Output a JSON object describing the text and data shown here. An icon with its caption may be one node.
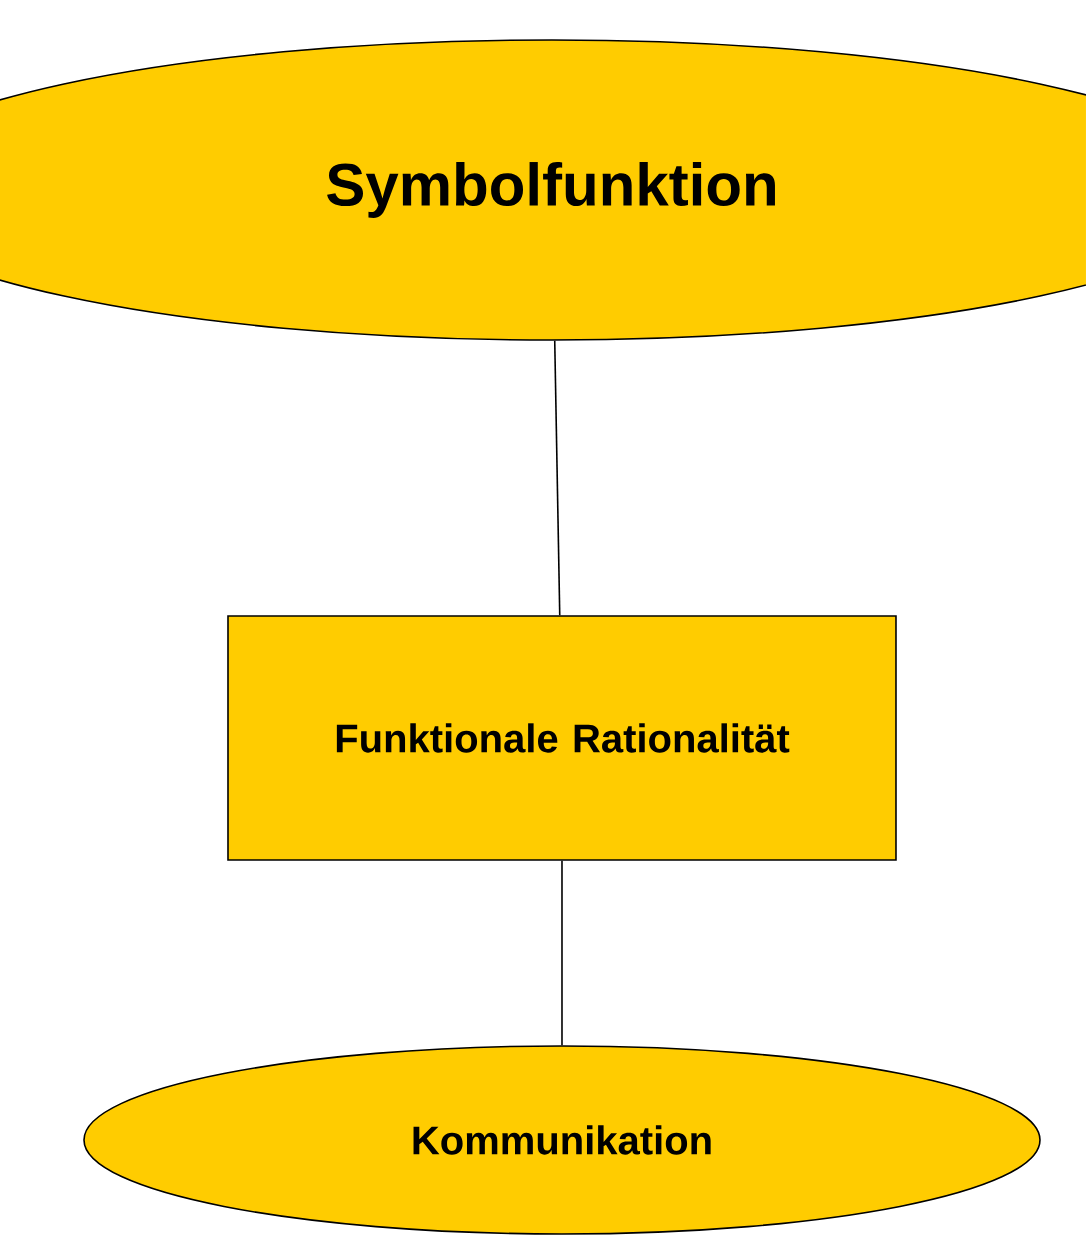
{
  "diagram": {
    "nodes": [
      {
        "text": [
          "Symbolfunktion"
        ]
      },
      {
        "text": [
          "Funktionale Rationalität"
        ]
      },
      {
        "text": [
          "Kommunikation"
        ]
      }
    ],
    "edges": [
      {
        "from": 0,
        "to": 1,
        "arrow": "none"
      },
      {
        "from": 1,
        "to": 2,
        "arrow": "none"
      }
    ]
  }
}
